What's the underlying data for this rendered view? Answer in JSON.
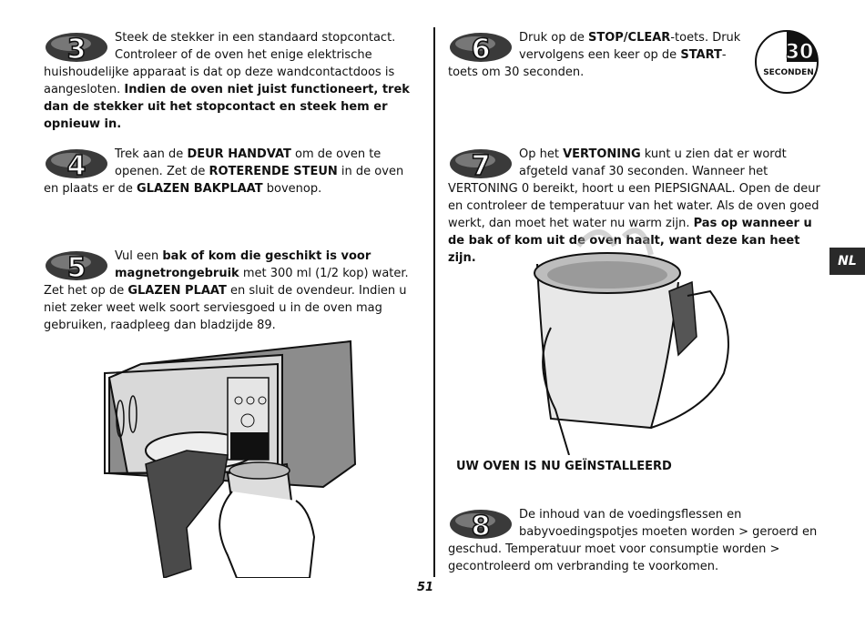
{
  "steps": [
    {
      "number": "3",
      "t1": "Steek de stekker in een standaard stopcontact. Controleer of de oven het enige elektrische huishoudelijke apparaat is dat op deze wandcontactdoos is aangesloten. ",
      "b1": "Indien de oven niet juist functioneert, trek dan de stekker uit het stopcontact en steek hem er opnieuw in."
    },
    {
      "number": "4",
      "t1": "Trek aan de ",
      "b1": "DEUR HANDVAT",
      "t2": " om de oven te openen. Zet de ",
      "b2": "ROTERENDE STEUN",
      "t3": " in de oven en plaats er de ",
      "b3": "GLAZEN BAKPLAAT",
      "t4": " bovenop."
    },
    {
      "number": "5",
      "t1": "Vul een ",
      "b1": "bak of kom die geschikt is voor magnetrongebruik",
      "t2": " met 300 ml (1/2 kop) water. Zet het op de ",
      "b2": "GLAZEN PLAAT",
      "t3": " en sluit de ovendeur. Indien u niet zeker weet welk soort serviesgoed u in de oven mag gebruiken, raadpleeg dan bladzijde 89."
    },
    {
      "number": "6",
      "t1": "Druk op de ",
      "b1": "STOP/CLEAR",
      "t2": "-toets. Druk vervolgens een keer op de ",
      "b2": "START",
      "t3": "-toets om 30 seconden."
    },
    {
      "number": "7",
      "t1": "Op het ",
      "b1": "VERTONING",
      "t2": " kunt u zien dat er wordt afgeteld vanaf 30 seconden. Wanneer het VERTONING 0 bereikt, hoort u een PIEPSIGNAAL. Open de deur en controleer de temperatuur van het water. Als de oven goed werkt, dan moet het water nu warm zijn. ",
      "b2": "Pas op wanneer u de bak of kom uit de oven haalt, want deze kan heet zijn."
    },
    {
      "number": "8",
      "t1": "De inhoud van de voedingsflessen en babyvoedingspotjes moeten worden > geroerd en geschud. Temperatuur moet voor consumptie worden > gecontroleerd om verbranding te voorkomen."
    }
  ],
  "timer": {
    "value": "30",
    "unit": "SECONDEN"
  },
  "installed_heading": "UW OVEN IS NU GEÏNSTALLEERD",
  "page_number": "51",
  "language_tab": "NL"
}
